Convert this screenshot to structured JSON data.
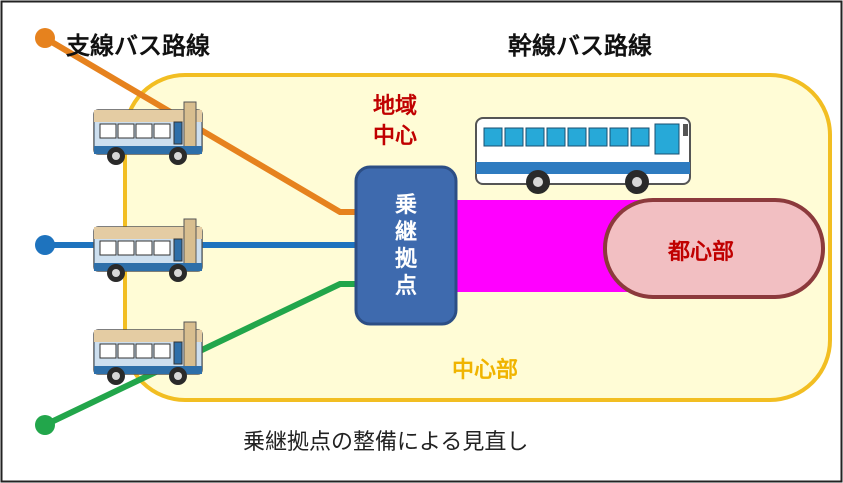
{
  "labels": {
    "feeder_line": "支線バス路線",
    "trunk_line": "幹線バス路線",
    "regional_center": "地域\n中心",
    "transfer_hub": "乗継拠点",
    "city_center": "都心部",
    "central_area": "中心部",
    "caption": "乗継拠点の整備による見直し"
  },
  "colors": {
    "feeder_orange": "#E6821E",
    "feeder_blue": "#1E73BE",
    "feeder_green": "#22A64B",
    "central_area_fill": "#FFFCD6",
    "central_area_border": "#F2BE22",
    "hub_fill": "#3E6AAE",
    "hub_border": "#2C4E85",
    "trunk_corridor": "#FF00FF",
    "city_center_fill": "#F2BFC2",
    "city_center_border": "#8C3A3C",
    "regional_center_text": "#C00000",
    "central_area_text": "#F0B400"
  },
  "icons": [
    "feeder-bus-icon",
    "trunk-bus-icon"
  ]
}
